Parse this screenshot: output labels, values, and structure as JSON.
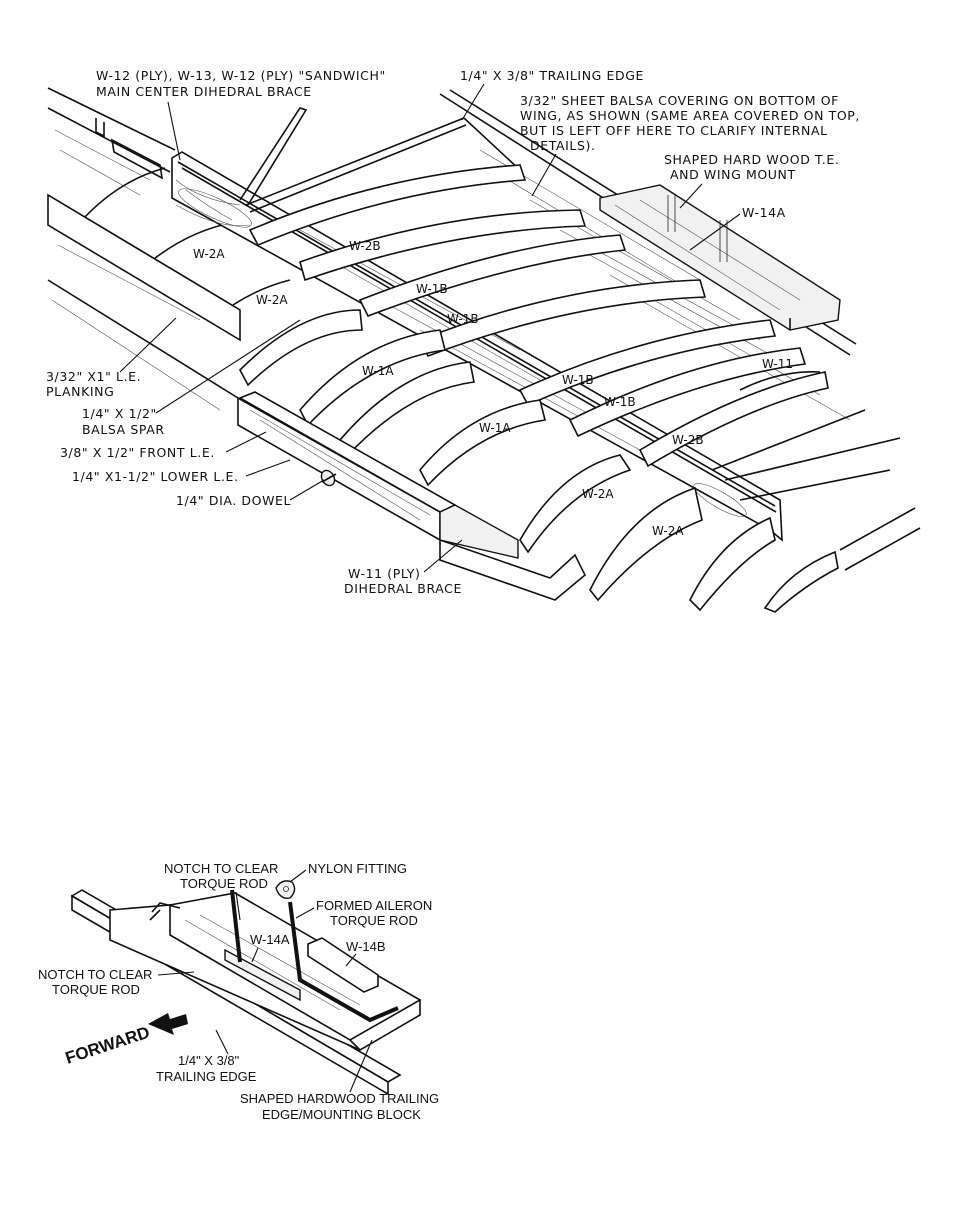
{
  "main_diagram": {
    "labels": {
      "dihedral_brace_line1": "W-12 (PLY), W-13, W-12 (PLY) \"SANDWICH\"",
      "dihedral_brace_line2": "MAIN CENTER DIHEDRAL BRACE",
      "trailing_edge": "1/4\" X 3/8\" TRAILING EDGE",
      "sheet_line1": "3/32\" SHEET BALSA COVERING ON BOTTOM OF",
      "sheet_line2": "WING, AS SHOWN (SAME AREA COVERED ON TOP,",
      "sheet_line3": "BUT IS LEFT OFF HERE TO CLARIFY INTERNAL",
      "sheet_line4": "DETAILS).",
      "hardwood_line1": "SHAPED HARD WOOD T.E.",
      "hardwood_line2": "AND WING MOUNT",
      "w14a": "W-14A",
      "planking_line1": "3/32\" X1\" L.E.",
      "planking_line2": "PLANKING",
      "spar_line1": "1/4\" X 1/2\"",
      "spar_line2": "BALSA SPAR",
      "front_le": "3/8\" X 1/2\" FRONT L.E.",
      "lower_le": "1/4\" X1-1/2\" LOWER L.E.",
      "dowel": "1/4\" DIA. DOWEL",
      "w11_line1": "W-11 (PLY)",
      "w11_line2": "DIHEDRAL BRACE"
    },
    "part_labels": {
      "w2a_1": "W-2A",
      "w2a_2": "W-2A",
      "w2b_1": "W-2B",
      "w1b_1": "W-1B",
      "w1b_2": "W-1B",
      "w1a_1": "W-1A",
      "w1a_2": "W-1A",
      "w1b_3": "W-1B",
      "w1b_4": "W-1B",
      "w11_right": "W-11",
      "w2b_2": "W-2B",
      "w2a_3": "W-2A",
      "w2a_4": "W-2A"
    }
  },
  "detail_diagram": {
    "labels": {
      "notch_top_line1": "NOTCH TO CLEAR",
      "notch_top_line2": "TORQUE ROD",
      "nylon": "NYLON FITTING",
      "aileron_line1": "FORMED AILERON",
      "aileron_line2": "TORQUE ROD",
      "w14a": "W-14A",
      "w14b": "W-14B",
      "notch_left_line1": "NOTCH TO CLEAR",
      "notch_left_line2": "TORQUE ROD",
      "forward": "FORWARD",
      "te_line1": "1/4\" X 3/8\"",
      "te_line2": "TRAILING EDGE",
      "block_line1": "SHAPED HARDWOOD TRAILING",
      "block_line2": "EDGE/MOUNTING BLOCK"
    }
  }
}
